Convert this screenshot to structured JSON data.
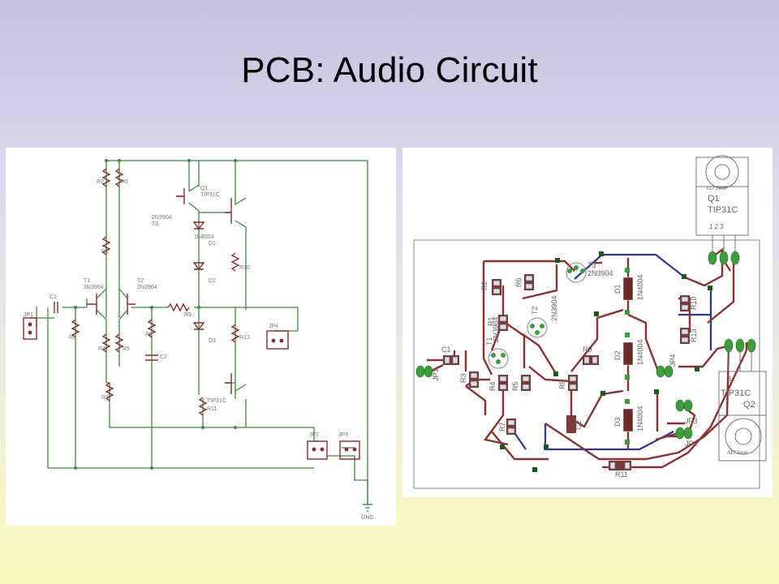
{
  "slide": {
    "title": "PCB: Audio Circuit"
  },
  "colors": {
    "wire": "#3e8a3e",
    "part": "#8a2a2a",
    "label": "#777777",
    "trace_top": "#8a3232",
    "trace_bottom": "#2b34a0",
    "pad": "#3aa03a",
    "outline": "#7a7a7a"
  },
  "schematic": {
    "parts": [
      {
        "id": "JP1",
        "label": "JP1"
      },
      {
        "id": "C1",
        "label": "C1"
      },
      {
        "id": "R1",
        "label": "R1"
      },
      {
        "id": "R2",
        "label": "R2"
      },
      {
        "id": "R3",
        "label": "R3"
      },
      {
        "id": "R4",
        "label": "R4"
      },
      {
        "id": "R5",
        "label": "R5"
      },
      {
        "id": "R6",
        "label": "R6"
      },
      {
        "id": "R7",
        "label": "R7"
      },
      {
        "id": "R8",
        "label": "R8"
      },
      {
        "id": "R9",
        "label": "R9"
      },
      {
        "id": "R10",
        "label": "R10"
      },
      {
        "id": "R11",
        "label": "R11"
      },
      {
        "id": "R13",
        "label": "R13"
      },
      {
        "id": "C2",
        "label": "C2"
      },
      {
        "id": "D1",
        "label": "D1"
      },
      {
        "id": "D2",
        "label": "D2"
      },
      {
        "id": "D3",
        "label": "D3"
      },
      {
        "id": "JP2",
        "label": "JP2"
      },
      {
        "id": "JP3",
        "label": "JP3"
      },
      {
        "id": "JP4",
        "label": "JP4"
      },
      {
        "id": "GND",
        "label": "GND"
      }
    ],
    "t1": {
      "name": "T1",
      "value": "2N3904"
    },
    "t2": {
      "name": "T2",
      "value": "2N3904"
    },
    "t3": {
      "name": "T3",
      "value": "2N3904"
    },
    "q1": {
      "name": "Q1",
      "value": "TIP31C"
    },
    "q2": {
      "value": "TIP31C"
    },
    "diode_value": "1N4004"
  },
  "pcb": {
    "resistors": [
      {
        "label": "R2"
      },
      {
        "label": "R6"
      },
      {
        "label": "R1"
      },
      {
        "label": "R3"
      },
      {
        "label": "R4"
      },
      {
        "label": "R5"
      },
      {
        "label": "R8"
      },
      {
        "label": "R7"
      },
      {
        "label": "R9"
      },
      {
        "label": "R10"
      },
      {
        "label": "R13"
      },
      {
        "label": "R11"
      }
    ],
    "caps": [
      {
        "label": "C1"
      },
      {
        "label": "C2"
      }
    ],
    "diodes": [
      {
        "label": "D1",
        "value": "1N4004"
      },
      {
        "label": "D2",
        "value": "1N4004"
      },
      {
        "label": "D3",
        "value": "1N4004"
      }
    ],
    "headers": [
      {
        "label": "JP1"
      },
      {
        "label": "JP2"
      },
      {
        "label": "JP3"
      },
      {
        "label": "JP4"
      }
    ],
    "transistors": [
      {
        "label": "T1",
        "value": "2N3904"
      },
      {
        "label": "T2",
        "value": "2N3904"
      },
      {
        "label": "T3",
        "value": "2N3904"
      }
    ],
    "q1": {
      "name": "Q1",
      "value": "TIP31C",
      "pins": "1  2  3",
      "pkg": "A17,5mm"
    },
    "q2": {
      "name": "Q2",
      "value": "TIP31C",
      "pin": "3",
      "pkg": "A17,5mm"
    }
  }
}
